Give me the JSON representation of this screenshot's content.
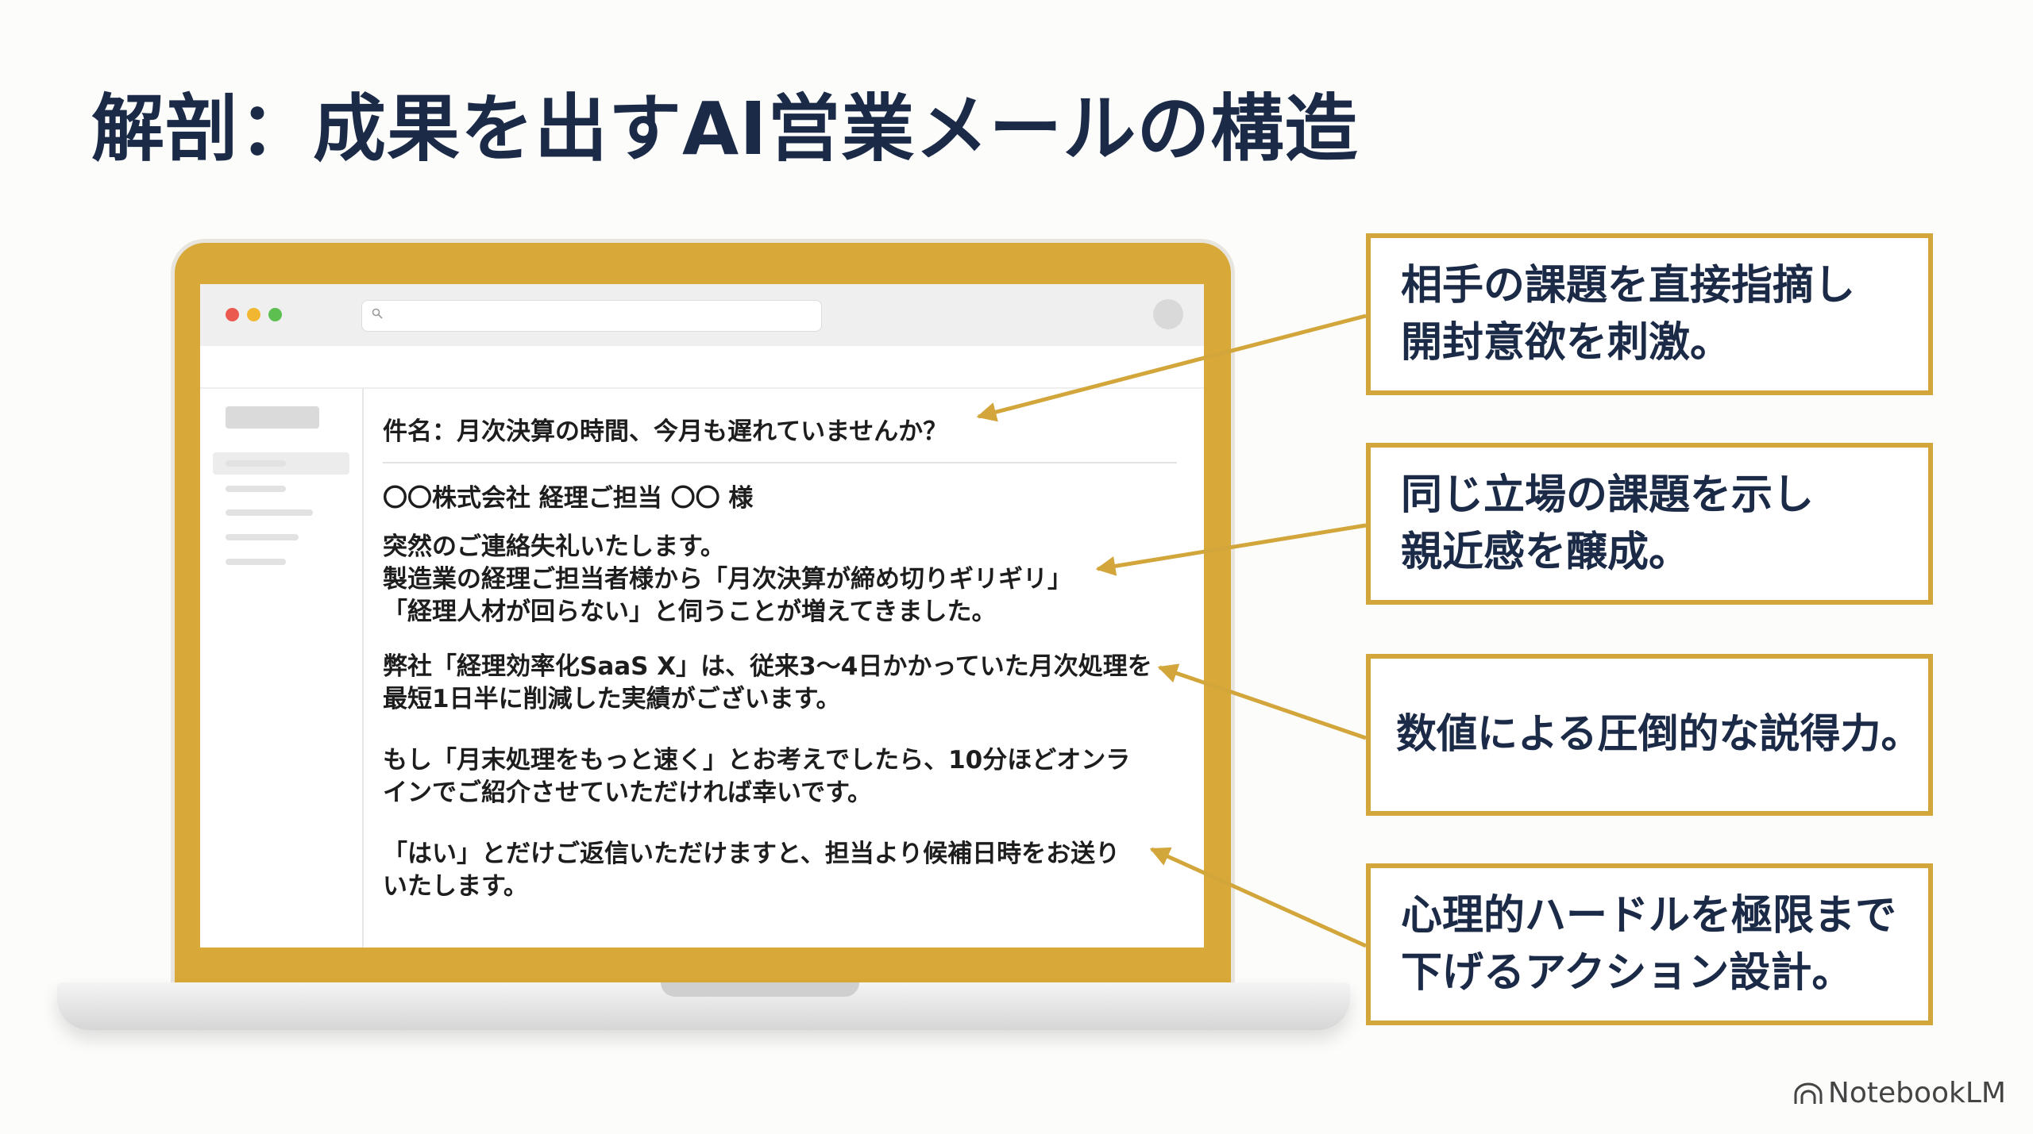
{
  "title": "解剖：成果を出すAI営業メールの構造",
  "email": {
    "subject": "件名：月次決算の時間、今月も遅れていませんか？",
    "greeting": "〇〇株式会社 経理ご担当 〇〇 様",
    "paragraph1": "突然のご連絡失礼いたします。\n製造業の経理ご担当者様から「月次決算が締め切りギリギリ」\n「経理人材が回らない」と伺うことが増えてきました。",
    "paragraph2": "弊社「経理効率化SaaS X」は、従来3〜4日かかっていた月次処理を\n最短1日半に削減した実績がございます。",
    "paragraph3": "もし「月末処理をもっと速く」とお考えでしたら、10分ほどオンラ\nインでご紹介させていただければ幸いです。",
    "paragraph4": "「はい」とだけご返信いただけますと、担当より候補日時をお送り\nいたします。"
  },
  "callouts": [
    "相手の課題を直接指摘し\n開封意欲を刺激。",
    "同じ立場の課題を示し\n親近感を醸成。",
    "数値による圧倒的な説得力。",
    "心理的ハードルを極限まで\n下げるアクション設計。"
  ],
  "watermark": "NotebookLM",
  "colors": {
    "accent": "#d3a63b",
    "laptop": "#d8a938",
    "text": "#1b2a47"
  },
  "icons": [
    "search-icon",
    "notebooklm-logo-icon"
  ]
}
